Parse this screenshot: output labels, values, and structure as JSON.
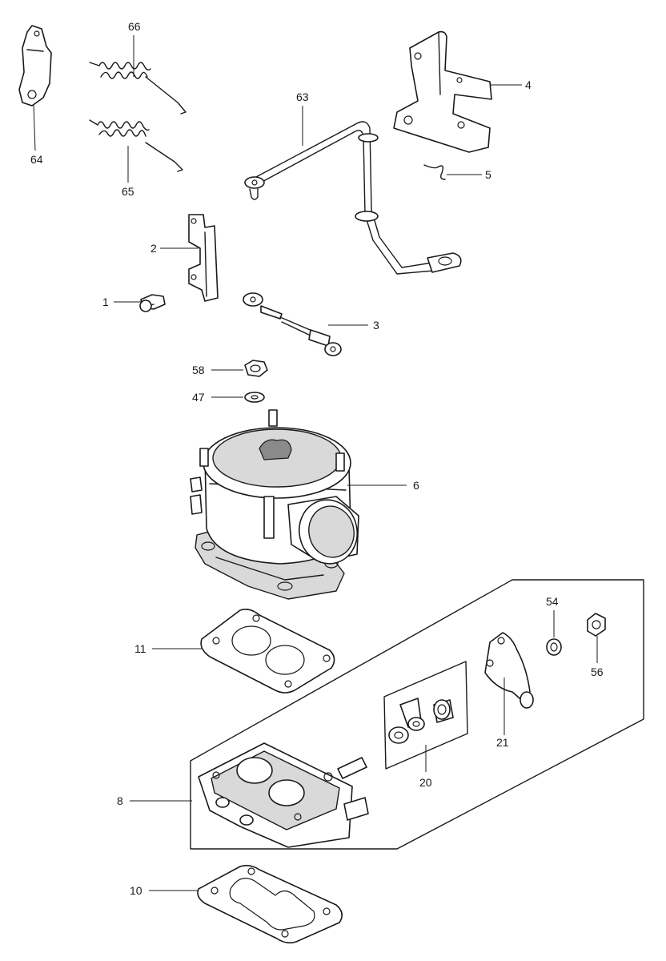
{
  "callouts": {
    "c64": "64",
    "c66": "66",
    "c65": "65",
    "c63": "63",
    "c4": "4",
    "c5": "5",
    "c2": "2",
    "c1": "1",
    "c3": "3",
    "c58": "58",
    "c47": "47",
    "c6": "6",
    "c54": "54",
    "c56": "56",
    "c11": "11",
    "c21": "21",
    "c20": "20",
    "c8": "8",
    "c10": "10"
  }
}
